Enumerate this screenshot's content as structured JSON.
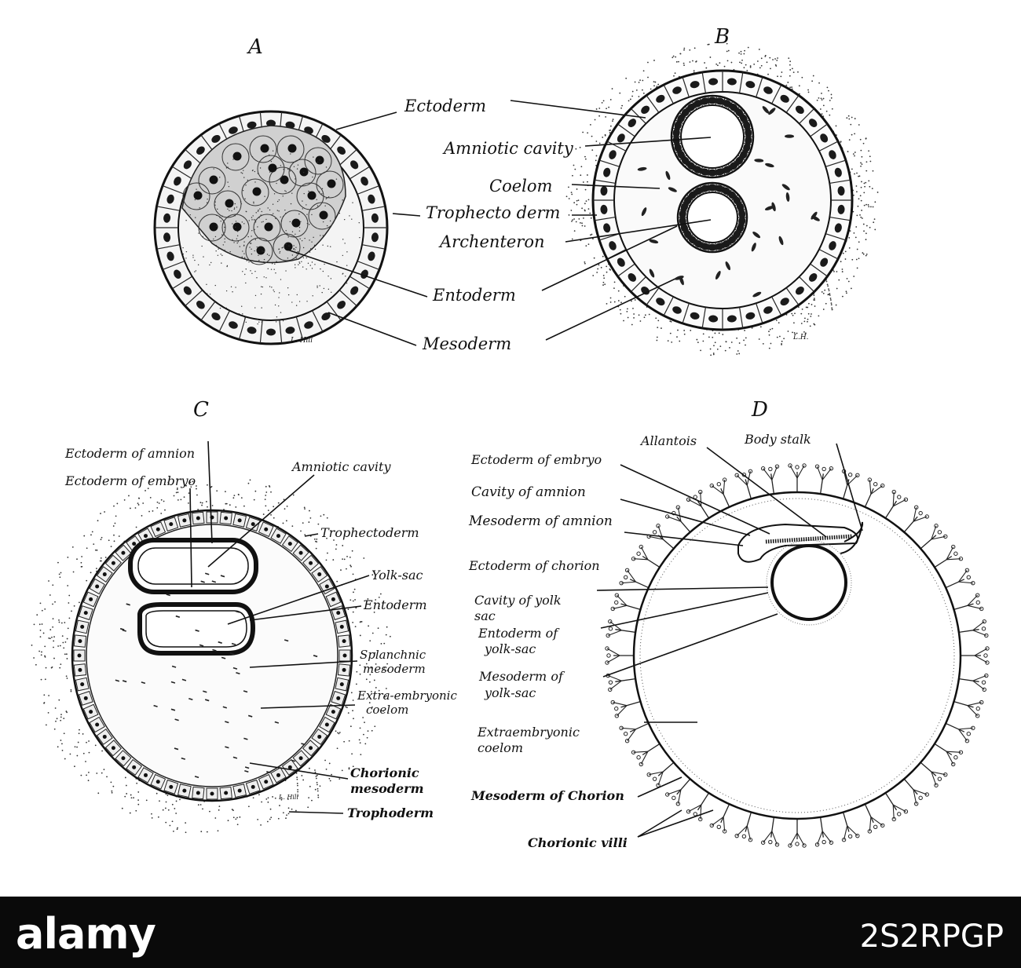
{
  "panels": {
    "A": {
      "letter": "A",
      "labels": [
        "Ectoderm",
        "Trophecto derm",
        "Entoderm",
        "Mesoderm"
      ],
      "signature": "L. Hill"
    },
    "B": {
      "letter": "B",
      "labels": [
        "Amniotic cavity",
        "Coelom",
        "Archenteron"
      ],
      "signature": "L.H."
    },
    "C": {
      "letter": "C",
      "labels": [
        "Ectoderm of amnion",
        "Ectoderm of embryo",
        "Amniotic cavity",
        "Trophectoderm",
        "Yolk-sac",
        "Entoderm",
        "Splanchnic",
        "mesoderm",
        "Extra-embryonic",
        "coelom",
        "Chorionic",
        "mesoderm",
        "Trophoderm"
      ],
      "signature": "L. Hill"
    },
    "D": {
      "letter": "D",
      "labels": [
        "Allantois",
        "Body stalk",
        "Ectoderm of embryo",
        "Cavity of amnion",
        "Mesoderm of amnion",
        "Ectoderm of chorion",
        "Cavity of yolk",
        "sac",
        "Entoderm of",
        "yolk-sac",
        "Mesoderm of",
        "yolk-sac",
        "Extraembryonic",
        "coelom",
        "Mesoderm of Chorion",
        "Chorionic villi"
      ]
    }
  },
  "footer": {
    "logo": "alamy",
    "image_id": "2S2RPGP"
  },
  "colors": {
    "ink": "#111111",
    "paper": "#ffffff",
    "footer_bg": "#0a0a0a",
    "footer_text": "#ffffff"
  }
}
